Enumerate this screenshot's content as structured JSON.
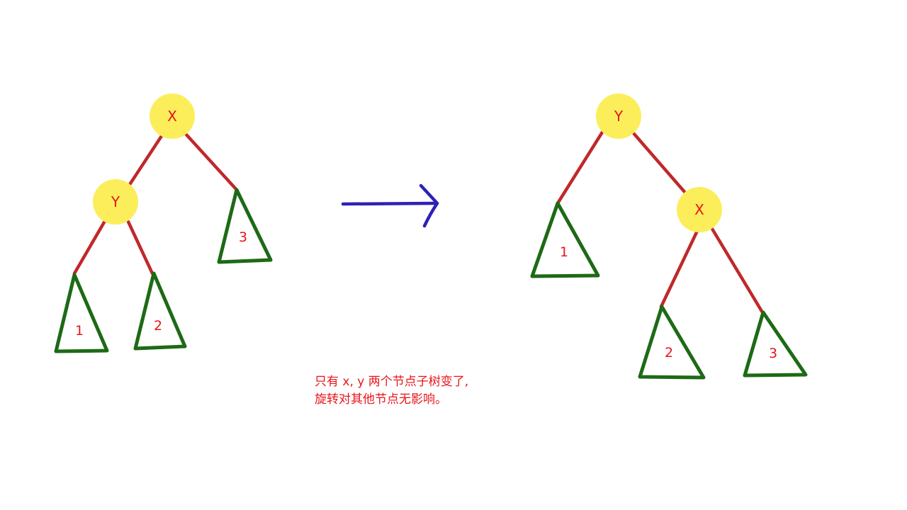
{
  "colors": {
    "edge": "#c0282a",
    "node_fill": "#fbee5a",
    "subtree_stroke": "#1d6a16",
    "label": "#e8141c",
    "arrow": "#2d22b5"
  },
  "left_tree": {
    "root_label": "X",
    "child_label": "Y",
    "subtree_a_label": "1",
    "subtree_b_label": "2",
    "subtree_c_label": "3"
  },
  "right_tree": {
    "root_label": "Y",
    "child_label": "X",
    "subtree_a_label": "1",
    "subtree_b_label": "2",
    "subtree_c_label": "3"
  },
  "caption": {
    "line1": "只有 x, y 两个节点子树变了,",
    "line2": "旋转对其他节点无影响。"
  }
}
